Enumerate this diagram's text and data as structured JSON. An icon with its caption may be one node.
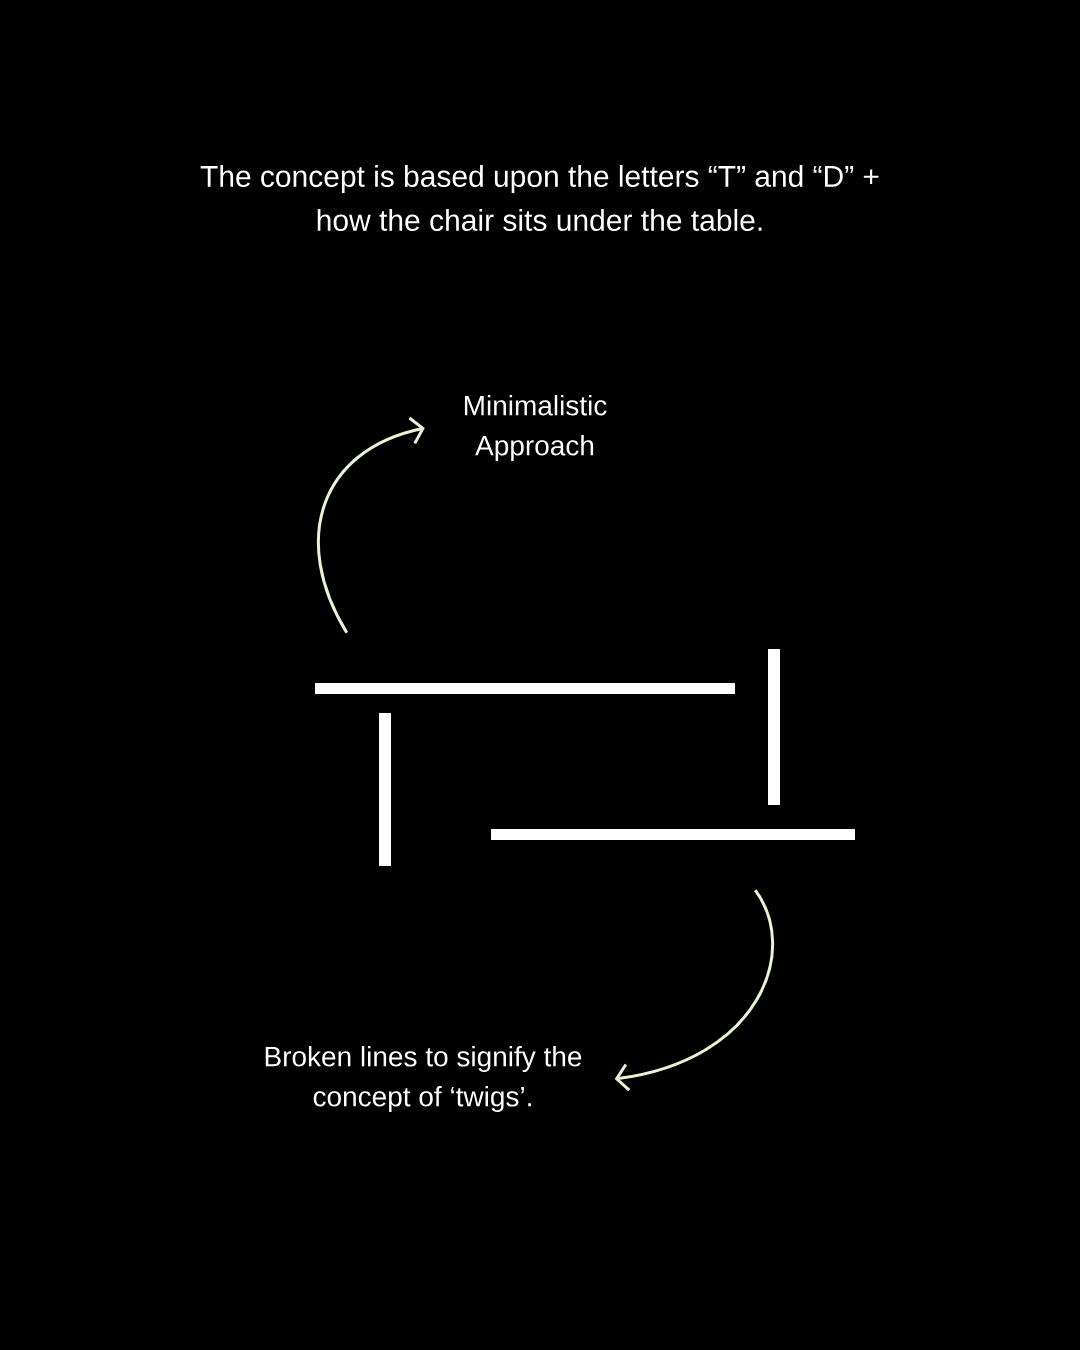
{
  "diagram": {
    "title": "The concept is based upon the letters “T” and “D” + how the chair sits under the table.",
    "nodes": [
      {
        "text": [
          "Minimalistic Approach"
        ]
      },
      {
        "text": [],
        "shape": "bar"
      },
      {
        "text": [],
        "shape": "bar"
      },
      {
        "text": [],
        "shape": "bar"
      },
      {
        "text": [],
        "shape": "bar"
      },
      {
        "text": [
          "Broken lines to signify the concept of ‘twigs’."
        ]
      }
    ],
    "edges": [
      {
        "from": 2,
        "to": 0,
        "arrow": "to",
        "color": "#e8f5d2"
      },
      {
        "from": 4,
        "to": 5,
        "arrow": "to",
        "color": "#e8f5d2"
      }
    ]
  }
}
